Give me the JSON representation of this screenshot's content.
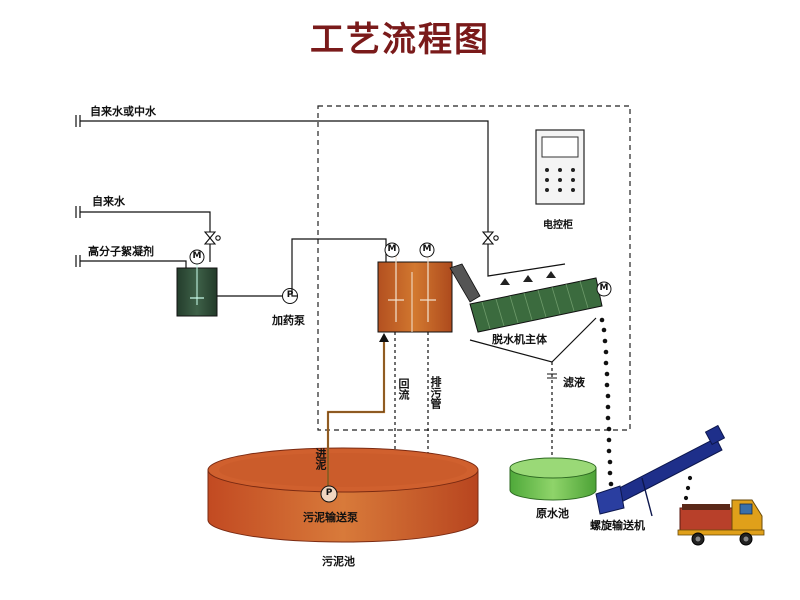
{
  "title": "工艺流程图",
  "colors": {
    "title": "#7a1a1a",
    "pipe": "#111111",
    "sludge_line": "#c07a2c",
    "mix_tank": "#2f4f3a",
    "reaction_tank": "#b5531e",
    "sludge_tank": "#c0502a",
    "filtrate_tank": "#6fbf4e",
    "dewater_body": "#3b6b3e",
    "truck_cab": "#e0a01a",
    "truck_bed": "#b8402a",
    "conveyor": "#1e2f8a"
  },
  "labels": {
    "tap_or_reclaimed_water": "自来水或中水",
    "tap_water": "自来水",
    "polymer_flocculant": "高分子絮凝剂",
    "control_cabinet": "电控柜",
    "dosing_pump": "加药泵",
    "dewatering_main": "脱水机主体",
    "filtrate": "滤液",
    "return_flow": "回流",
    "discharge_pipe": "排污管",
    "sludge_feed": "进泥",
    "sludge_transfer_pump": "污泥输送泵",
    "sludge_tank": "污泥池",
    "raw_water_tank": "原水池",
    "screw_conveyor": "螺旋输送机"
  },
  "symbols": {
    "motor": "M",
    "pump": "P"
  },
  "icons": {
    "valve": "valve-icon",
    "motor": "motor-icon",
    "pump": "pump-icon",
    "truck": "truck-icon"
  }
}
